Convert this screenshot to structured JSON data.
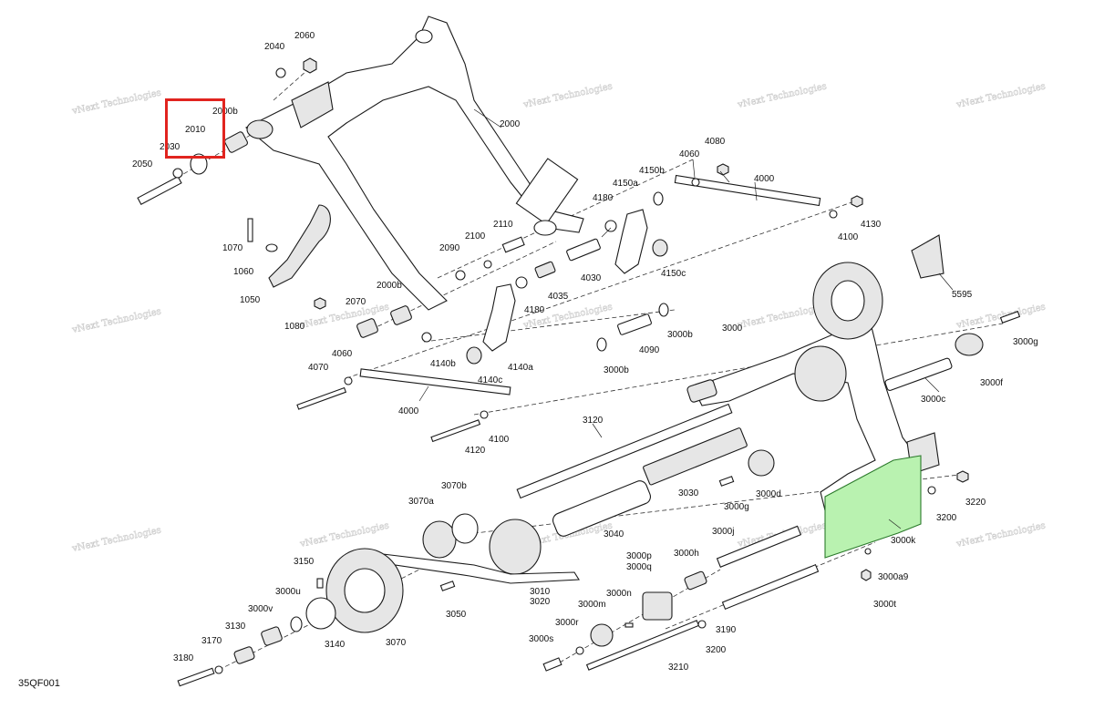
{
  "figure": {
    "code": "35QF001",
    "watermark_text": "vNext Technologies",
    "highlight_color": "#b9f2b0",
    "callout_color": "#e1241f",
    "highlighted_part": "3000k"
  },
  "callout": {
    "label": "2010"
  },
  "part_labels": [
    "2000",
    "2000b",
    "2000b",
    "2010",
    "2030",
    "2040",
    "2050",
    "2060",
    "2070",
    "2090",
    "2100",
    "2110",
    "1050",
    "1060",
    "1070",
    "1080",
    "3000",
    "3000a9",
    "3000b",
    "3000b",
    "3000c",
    "3000d",
    "3000f",
    "3000g",
    "3000g",
    "3000h",
    "3000j",
    "3000k",
    "3000m",
    "3000n",
    "3000p",
    "3000q",
    "3000r",
    "3000s",
    "3000t",
    "3000u",
    "3000v",
    "3010",
    "3020",
    "3030",
    "3040",
    "3050",
    "3070",
    "3070a",
    "3070b",
    "3120",
    "3130",
    "3140",
    "3150",
    "3170",
    "3180",
    "3190",
    "3200",
    "3200",
    "3210",
    "3220",
    "4000",
    "4000",
    "4030",
    "4035",
    "4060",
    "4060",
    "4070",
    "4080",
    "4090",
    "4100",
    "4100",
    "4120",
    "4130",
    "4140a",
    "4140b",
    "4140c",
    "4150a",
    "4150b",
    "4150c",
    "4180",
    "4180",
    "5595"
  ]
}
